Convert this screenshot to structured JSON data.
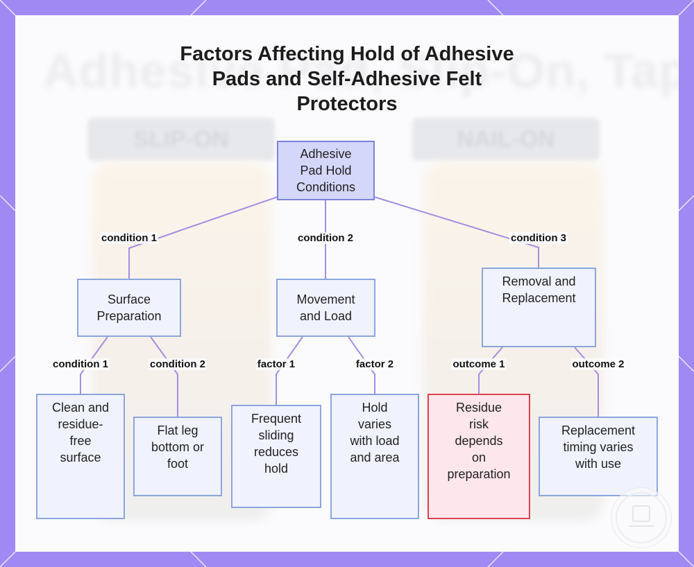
{
  "title_lines": [
    "Factors Affecting Hold of Adhesive",
    "Pads and Self-Adhesive Felt",
    "Protectors"
  ],
  "background_text": "Adhesive Pad, Slip-On, Tap-On",
  "background_labels": [
    "SLIP-ON",
    "NAIL-ON"
  ],
  "nodes": {
    "root": [
      "Adhesive",
      "Pad Hold",
      "Conditions"
    ],
    "surface": [
      "Surface",
      "Preparation"
    ],
    "movement": [
      "Movement",
      "and Load"
    ],
    "removal": [
      "Removal and",
      "Replacement"
    ],
    "clean": [
      "Clean and",
      "residue-",
      "free",
      "surface"
    ],
    "flat": [
      "Flat leg",
      "bottom or",
      "foot"
    ],
    "sliding": [
      "Frequent",
      "sliding",
      "reduces",
      "hold"
    ],
    "hold": [
      "Hold",
      "varies",
      "with load",
      "and area"
    ],
    "residue": [
      "Residue",
      "risk",
      "depends",
      "on",
      "preparation"
    ],
    "timing": [
      "Replacement",
      "timing varies",
      "with use"
    ]
  },
  "edge_labels": {
    "root_surface": "condition 1",
    "root_movement": "condition 2",
    "root_removal": "condition 3",
    "surface_clean": "condition 1",
    "surface_flat": "condition 2",
    "movement_sliding": "factor 1",
    "movement_hold": "factor 2",
    "removal_residue": "outcome 1",
    "removal_timing": "outcome 2"
  },
  "colors": {
    "frame": "#9f8af3",
    "edge": "#a48de0",
    "node_fill": "#f0f2fd",
    "node_border": "#8ba5dc",
    "root_fill": "#d5d7fa",
    "highlight_fill": "#fde6ec",
    "highlight_border": "#d9434f"
  }
}
